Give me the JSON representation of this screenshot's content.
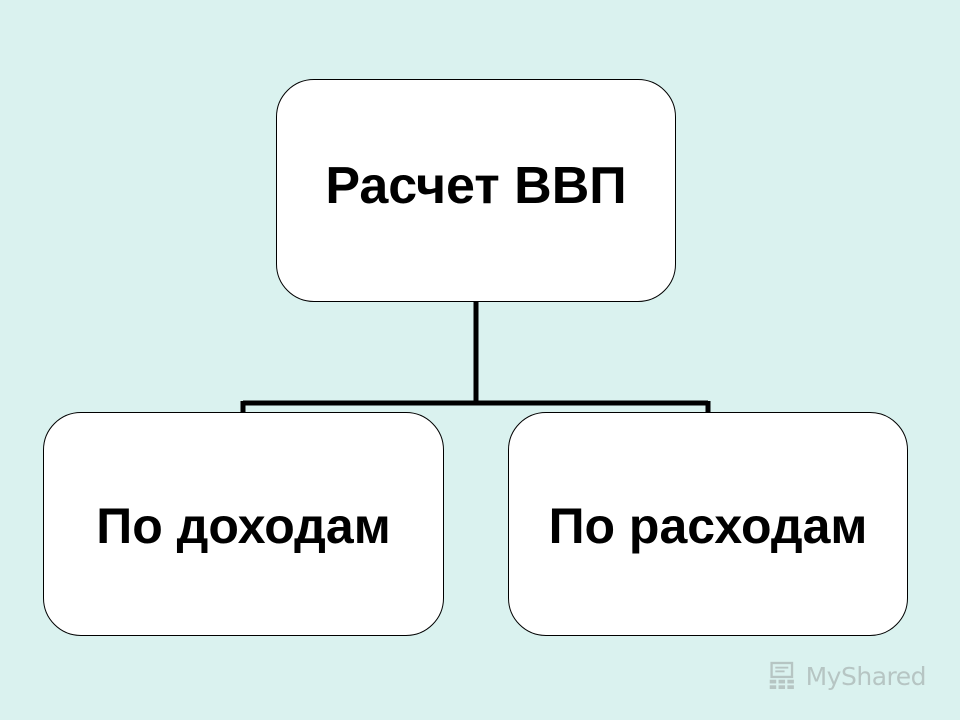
{
  "diagram": {
    "root": {
      "label": "Расчет ВВП"
    },
    "children": [
      {
        "label": "По доходам"
      },
      {
        "label": "По расходам"
      }
    ],
    "colors": {
      "background": "#daf2ef",
      "node_fill": "#ffffff",
      "node_border": "#000000",
      "connector": "#000000",
      "text": "#000000"
    }
  },
  "watermark": {
    "text": "MyShared",
    "icon": "classroom-icon"
  }
}
